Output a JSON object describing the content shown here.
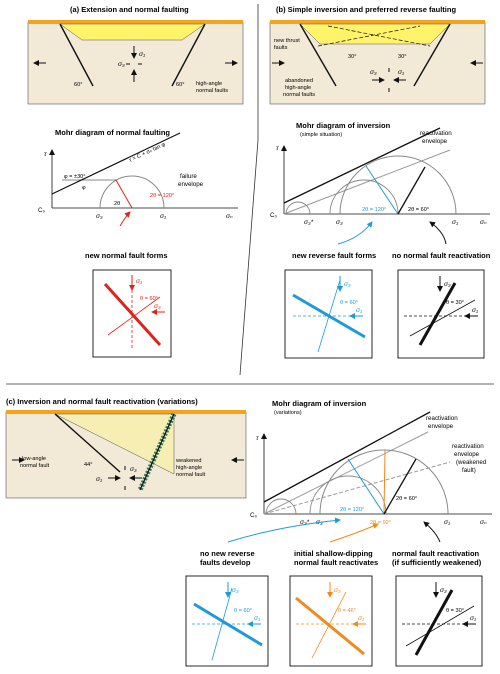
{
  "colors": {
    "sediment": "#f2e9d6",
    "basin_fill": "#fff36a",
    "cover": "#f3a41c",
    "blue": "#1f9ad8",
    "orange": "#ef8a1e",
    "red": "#d8261c",
    "grey": "#9a9a9a",
    "black": "#111111"
  },
  "panel_a": {
    "title": "(a) Extension and normal faulting",
    "angle_left": "60°",
    "angle_right": "60°",
    "sigma1": "σ₁",
    "sigma3": "σ₃",
    "high_angle_label": [
      "high-angle",
      "normal faults"
    ],
    "mohr_title": "Mohr diagram of normal faulting",
    "tau_axis": "τ",
    "c0": "C₀",
    "phi": "φ = ±30°",
    "phi_small": "φ",
    "two_theta": "2θ",
    "two_theta_value": "2θ = 120°",
    "equation": "τ = C + σₙ tan φ",
    "failure_envelope": [
      "failure",
      "envelope"
    ],
    "sigma3_axis": "σ₃",
    "sigma1_axis": "σ₁",
    "sigman_axis": "σₙ",
    "new_fault_label": "new normal fault forms",
    "box_sigma1": "σ₁",
    "box_sigma3": "σ₃",
    "box_theta": "θ = 60°"
  },
  "panel_b": {
    "title": "(b) Simple inversion and preferred reverse faulting",
    "new_thrust": [
      "new thrust",
      "faults"
    ],
    "abandoned": [
      "abandoned",
      "high-angle",
      "normal faults"
    ],
    "angle_left": "30°",
    "angle_right": "30°",
    "sigma1": "σ₁",
    "sigma3": "σ₃",
    "mohr_title": "Mohr diagram of inversion",
    "mohr_subtitle": "(simple situation)",
    "reactivation": [
      "reactivation",
      "envelope"
    ],
    "tau_axis": "τ",
    "c0": "C₀",
    "blue_two_theta": "2θ = 120°",
    "black_two_theta": "2θ = 60°",
    "sigma3_star": "σ₃*",
    "sigma3_axis": "σ₃",
    "sigma1_axis": "σ₁",
    "sigman_axis": "σₙ",
    "label_new_reverse": "new reverse fault forms",
    "label_no_reactivation": "no normal fault reactivation",
    "box1_theta": "θ = 60°",
    "box2_theta": "θ = 30°",
    "box_sigma1": "σ₁",
    "box_sigma3": "σ₃"
  },
  "panel_c": {
    "title": "(c) Inversion and normal fault reactivation (variations)",
    "low_angle": [
      "low-angle",
      "normal fault"
    ],
    "angle": "44°",
    "weakened": [
      "weakened",
      "high-angle",
      "normal fault"
    ],
    "sigma1": "σ₁",
    "sigma3": "σ₃",
    "mohr_title": "Mohr diagram of inversion",
    "mohr_subtitle": "(variations)",
    "reactivation": [
      "reactivation",
      "envelope"
    ],
    "weakened_envelope": [
      "reactivation",
      "envelope",
      "(weakened",
      "fault)"
    ],
    "tau_axis": "τ",
    "c0": "C₀",
    "blue_two_theta": "2θ = 120°",
    "orange_two_theta": "2θ = 92°",
    "black_two_theta": "2θ = 60°",
    "sigma3_star": "σ₃*",
    "sigma3_axis": "σ₃",
    "sigma1_axis": "σ₁",
    "sigman_axis": "σₙ",
    "label_1": [
      "no new reverse",
      "faults develop"
    ],
    "label_2": [
      "initial shallow-dipping",
      "normal fault reactivates"
    ],
    "label_3": [
      "normal fault reactivation",
      "(if sufficiently weakened)"
    ],
    "box1_theta": "θ = 60°",
    "box2_theta": "θ = 46°",
    "box3_theta": "θ = 30°",
    "box_sigma1": "σ₁",
    "box_sigma3": "σ₃"
  }
}
